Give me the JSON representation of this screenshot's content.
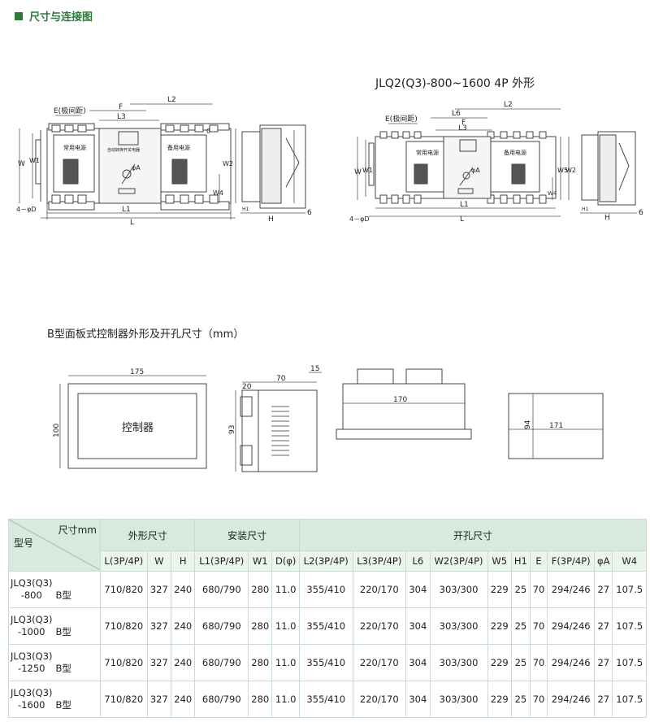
{
  "section_title": "尺寸与连接图",
  "top_right_caption": "JLQ2(Q3)-800~1600 4P 外形",
  "controller_caption": "B型面板式控制器外形及开孔尺寸（mm）",
  "drawing1": {
    "labels": {
      "L2": "L2",
      "E": "E(极间距)",
      "F": "F",
      "L3": "L3",
      "W": "W",
      "W1": "W1",
      "W2": "W2",
      "W4": "W4",
      "L1": "L1",
      "L": "L",
      "hole": "4－φD",
      "H": "H",
      "H1": "H1",
      "six": "6",
      "phiA": "φA",
      "normal": "常用电源",
      "backup": "备用电源",
      "controller": "自动转换开关电器",
      "zero": "0"
    }
  },
  "drawing2": {
    "labels": {
      "L2": "L2",
      "L6": "L6",
      "E": "E(极间距)",
      "F": "F",
      "L3": "L3",
      "W": "W",
      "W1": "W1",
      "W5": "W5",
      "W2": "W2",
      "W4": "W4",
      "L1": "L1",
      "L": "L",
      "hole": "4－φD",
      "H": "H",
      "H1": "H1",
      "six": "6",
      "phiA": "φA",
      "normal": "常用电源",
      "backup": "备用电源"
    }
  },
  "controller": {
    "front_w": "175",
    "front_h": "100",
    "front_label": "控制器",
    "side_20": "20",
    "side_70": "70",
    "side_15": "15",
    "side_93": "93",
    "top_170": "170",
    "cut_w": "171",
    "cut_h": "94"
  },
  "table": {
    "corner_top": "尺寸mm",
    "corner_bottom": "型号",
    "groups": [
      "外形尺寸",
      "安装尺寸",
      "开孔尺寸"
    ],
    "columns": [
      "L(3P/4P)",
      "W",
      "H",
      "L1(3P/4P)",
      "W1",
      "D(φ)",
      "L2(3P/4P)",
      "L3(3P/4P)",
      "L6",
      "W2(3P/4P)",
      "W5",
      "H1",
      "E",
      "F(3P/4P)",
      "φA",
      "W4"
    ],
    "rows": [
      {
        "model_line1": "JLQ3(Q3)",
        "model_line2": "-800",
        "type": "B型",
        "values": [
          "710/820",
          "327",
          "240",
          "680/790",
          "280",
          "11.0",
          "355/410",
          "220/170",
          "304",
          "303/300",
          "229",
          "25",
          "70",
          "294/246",
          "27",
          "107.5"
        ]
      },
      {
        "model_line1": "JLQ3(Q3)",
        "model_line2": "-1000",
        "type": "B型",
        "values": [
          "710/820",
          "327",
          "240",
          "680/790",
          "280",
          "11.0",
          "355/410",
          "220/170",
          "304",
          "303/300",
          "229",
          "25",
          "70",
          "294/246",
          "27",
          "107.5"
        ]
      },
      {
        "model_line1": "JLQ3(Q3)",
        "model_line2": "-1250",
        "type": "B型",
        "values": [
          "710/820",
          "327",
          "240",
          "680/790",
          "280",
          "11.0",
          "355/410",
          "220/170",
          "304",
          "303/300",
          "229",
          "25",
          "70",
          "294/246",
          "27",
          "107.5"
        ]
      },
      {
        "model_line1": "JLQ3(Q3)",
        "model_line2": "-1600",
        "type": "B型",
        "values": [
          "710/820",
          "327",
          "240",
          "680/790",
          "280",
          "11.0",
          "355/410",
          "220/170",
          "304",
          "303/300",
          "229",
          "25",
          "70",
          "294/246",
          "27",
          "107.5"
        ]
      }
    ]
  }
}
